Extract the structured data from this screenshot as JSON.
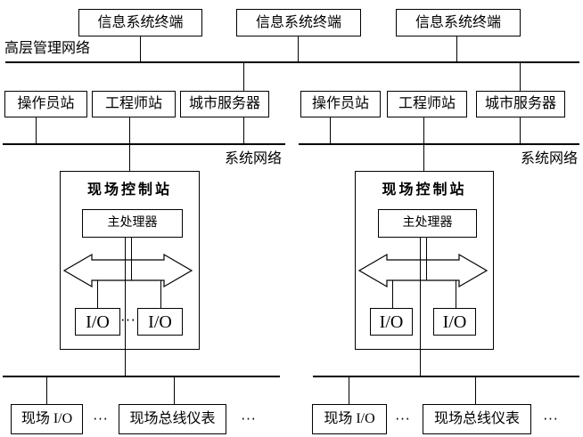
{
  "colors": {
    "line": "#000000",
    "background": "#ffffff",
    "text": "#000000"
  },
  "top_row": {
    "terminals": [
      "信息系统终端",
      "信息系统终端",
      "信息系统终端"
    ]
  },
  "buses": {
    "management_label": "高层管理网络",
    "system_label_left": "系统网络",
    "system_label_right": "系统网络"
  },
  "left": {
    "operator_station": "操作员站",
    "engineer_station": "工程师站",
    "city_server": "城市服务器",
    "controller_title": "现场控制站",
    "main_processor": "主处理器",
    "io_1": "I/O",
    "io_dots": "···",
    "io_2": "I/O",
    "field_io": "现场 I/O",
    "dots_1": "···",
    "fieldbus_instruments": "现场总线仪表",
    "dots_2": "···"
  },
  "right": {
    "operator_station": "操作员站",
    "engineer_station": "工程师站",
    "city_server": "城市服务器",
    "controller_title": "现场控制站",
    "main_processor": "主处理器",
    "io_1": "I/O",
    "io_2": "I/O",
    "field_io": "现场 I/O",
    "dots_1": "···",
    "fieldbus_instruments": "现场总线仪表",
    "dots_2": "···"
  }
}
